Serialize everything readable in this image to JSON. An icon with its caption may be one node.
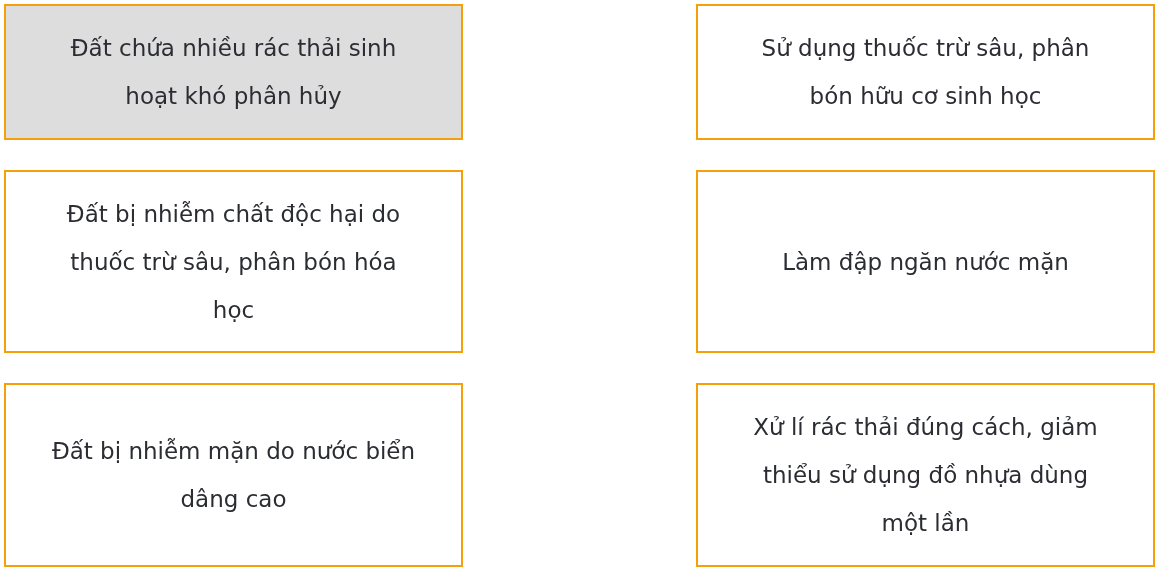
{
  "diagram": {
    "nodes": [
      {
        "text": [
          "Đất chứa nhiều rác thải sinh hoạt khó phân hủy"
        ]
      },
      {
        "text": [
          "Sử dụng thuốc trừ sâu, phân bón hữu cơ sinh học"
        ]
      },
      {
        "text": [
          "Đất bị nhiễm chất độc hại do thuốc trừ sâu, phân bón hóa học"
        ]
      },
      {
        "text": [
          "Làm đập ngăn nước mặn"
        ]
      },
      {
        "text": [
          "Đất bị nhiễm mặn do nước biển dâng cao"
        ]
      },
      {
        "text": [
          "Xử lí rác thải đúng cách, giảm thiểu sử dụng đồ nhựa dùng một lần"
        ]
      }
    ]
  }
}
